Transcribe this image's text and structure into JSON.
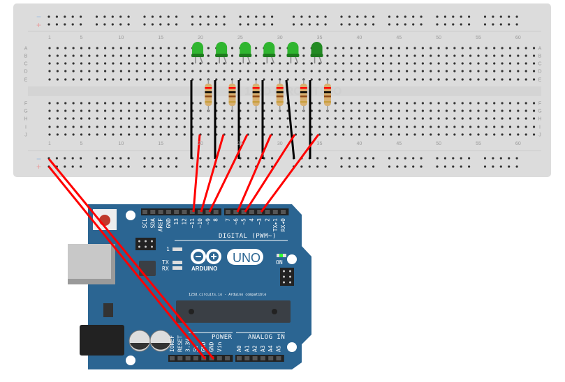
{
  "breadboard": {
    "column_labels": [
      "1",
      "5",
      "10",
      "15",
      "20",
      "25",
      "30",
      "35",
      "40",
      "45",
      "50",
      "55",
      "60"
    ],
    "row_labels_top": [
      "A",
      "B",
      "C",
      "D",
      "E"
    ],
    "row_labels_bottom": [
      "F",
      "G",
      "H",
      "I",
      "J"
    ],
    "rail_minus": "−",
    "rail_plus": "+",
    "watermark": "123D CIRCUITS.IO"
  },
  "leds": {
    "count": 6,
    "color": "#2aa02a"
  },
  "resistors": {
    "count": 6
  },
  "arduino": {
    "board_color": "#2b6592",
    "logo_text": "ARDUINO",
    "model": "UNO",
    "on_label": "ON",
    "led_labels": [
      "1",
      "TX",
      "RX"
    ],
    "digital_header_label": "DIGITAL (PWM~)",
    "digital_pins_left": [
      "SCL",
      "SDA",
      "AREF",
      "GND",
      "13",
      "12",
      "~11",
      "~10",
      "~9",
      "8"
    ],
    "digital_pins_right": [
      "7",
      "~6",
      "~5",
      "4",
      "~3",
      "2",
      "TX▸1",
      "RX◂0"
    ],
    "power_label": "POWER",
    "power_pins": [
      "IOREF",
      "RESET",
      "3.3V",
      "5V",
      "GND",
      "GND",
      "Vin"
    ],
    "analog_label": "ANALOG IN",
    "analog_pins": [
      "A0",
      "A1",
      "A2",
      "A3",
      "A4",
      "A5"
    ],
    "footer_text": "123d.circuits.io - Arduino compatible"
  },
  "wire_colors": {
    "signal": "#ff0000",
    "ground": "#000000"
  }
}
